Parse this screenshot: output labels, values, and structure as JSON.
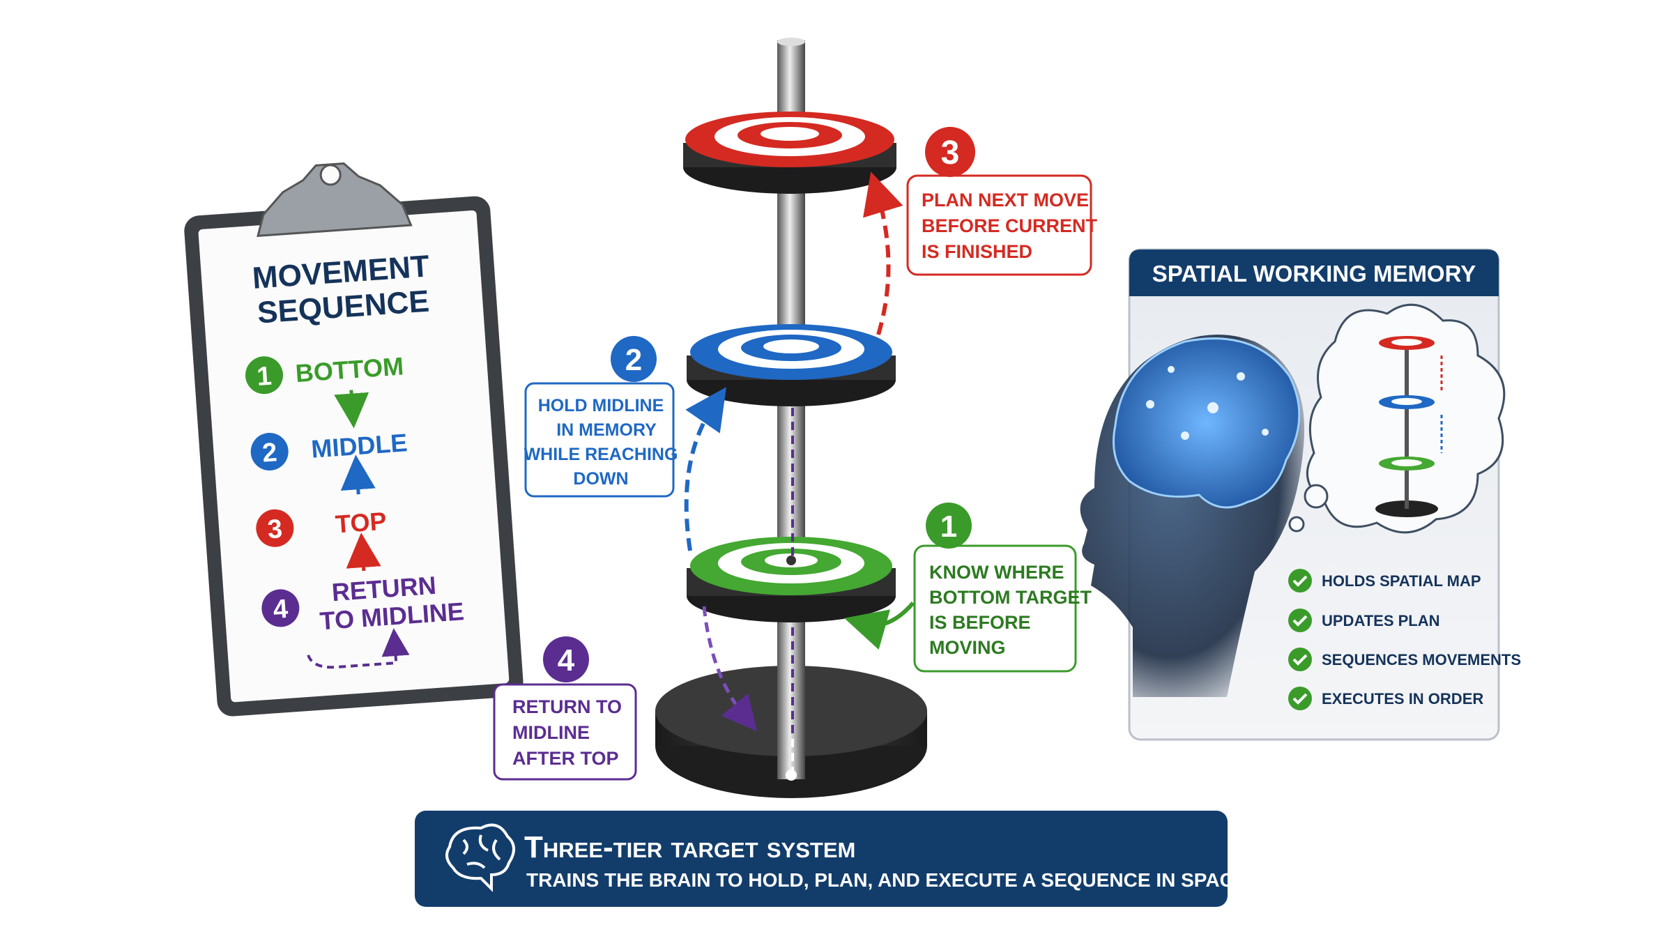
{
  "colors": {
    "red": "#d42a22",
    "blue": "#1f68c4",
    "green": "#3a9b2a",
    "purple": "#5b2d91",
    "navy": "#123d6b"
  },
  "clipboard": {
    "title": [
      "MOVEMENT",
      "SEQUENCE"
    ],
    "steps": [
      {
        "num": "1",
        "label": [
          "BOTTOM"
        ]
      },
      {
        "num": "2",
        "label": [
          "MIDDLE"
        ]
      },
      {
        "num": "3",
        "label": [
          "TOP"
        ]
      },
      {
        "num": "4",
        "label": [
          "RETURN",
          "TO MIDLINE"
        ]
      }
    ]
  },
  "callouts": [
    {
      "num": "1",
      "lines": [
        "KNOW WHERE",
        "BOTTOM TARGET",
        "IS BEFORE",
        "MOVING"
      ]
    },
    {
      "num": "2",
      "lines": [
        "HOLD MIDLINE",
        "IN MEMORY",
        "WHILE REACHING",
        "DOWN"
      ]
    },
    {
      "num": "3",
      "lines": [
        "PLAN NEXT MOVE",
        "BEFORE CURRENT",
        "IS FINISHED"
      ]
    },
    {
      "num": "4",
      "lines": [
        "RETURN TO",
        "MIDLINE",
        "AFTER TOP"
      ]
    }
  ],
  "panel": {
    "title": "SPATIAL WORKING MEMORY",
    "items": [
      "HOLDS SPATIAL MAP",
      "UPDATES PLAN",
      "SEQUENCES MOVEMENTS",
      "EXECUTES IN ORDER"
    ]
  },
  "banner": {
    "title": "Three-tier target system",
    "subtitle": "TRAINS THE BRAIN TO HOLD, PLAN, AND EXECUTE A SEQUENCE IN SPACE.",
    "icon": "brain-icon"
  }
}
